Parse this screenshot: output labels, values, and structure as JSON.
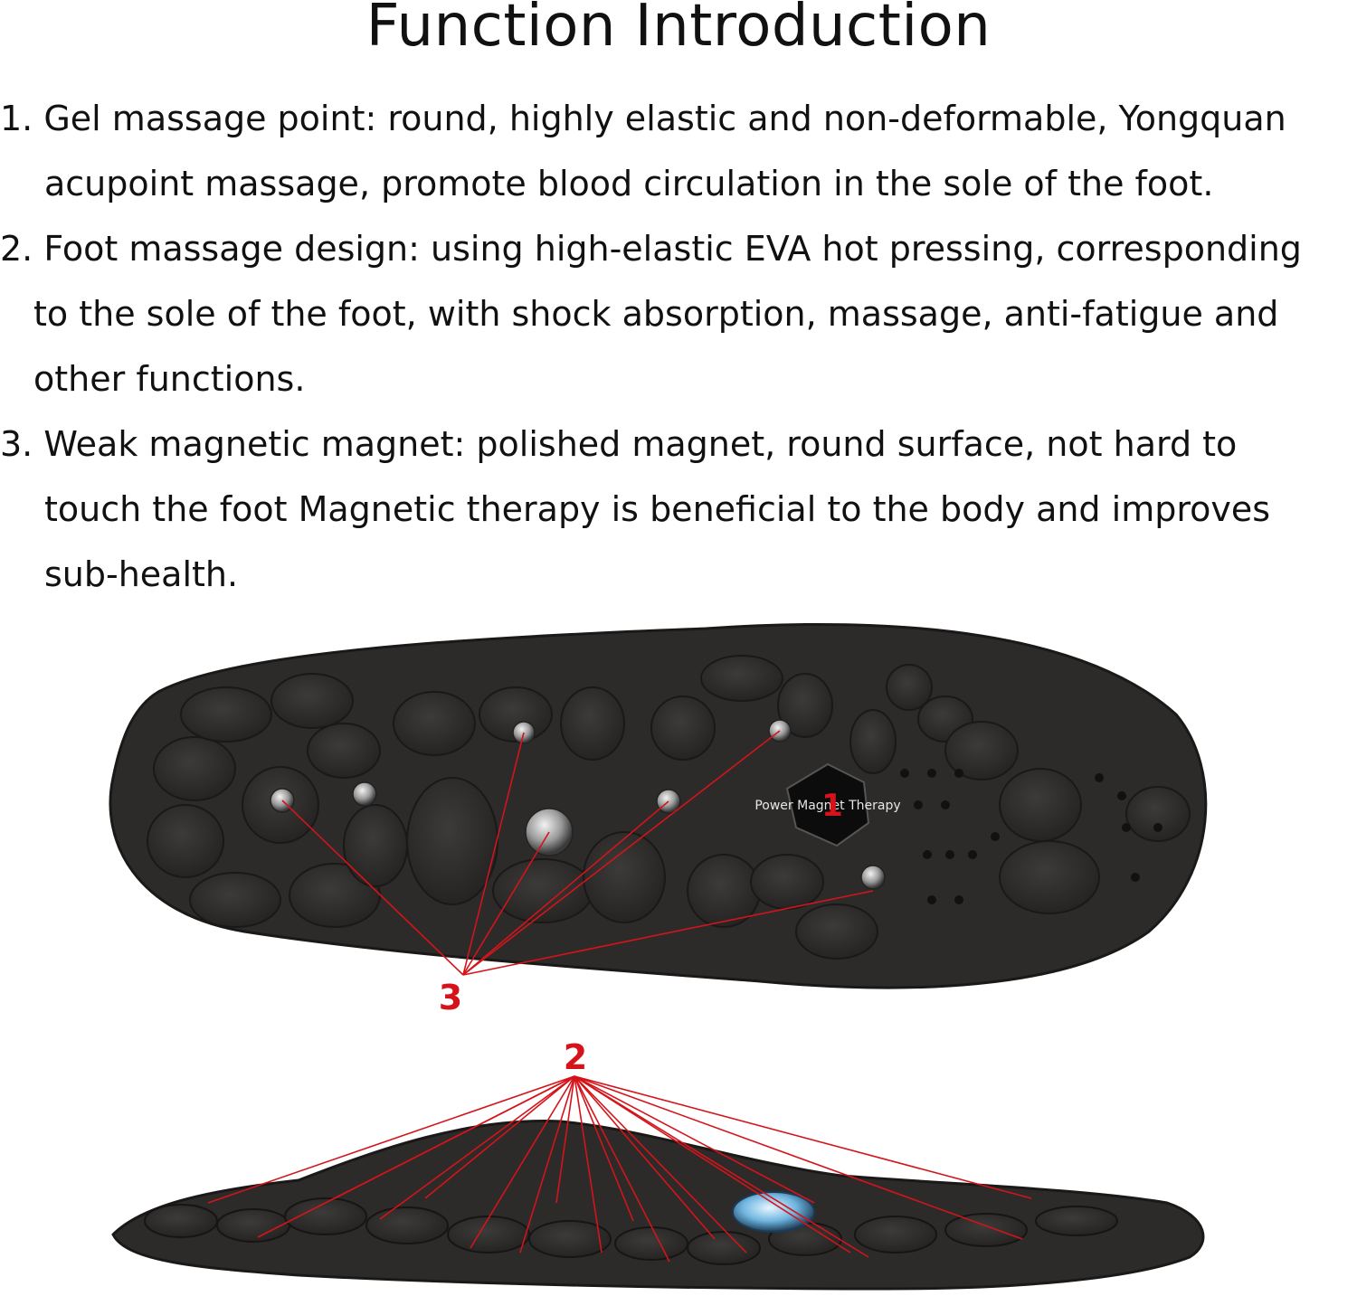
{
  "title": "Function Introduction",
  "features": [
    {
      "number": "1.",
      "lines": [
        "1. Gel massage point: round, highly elastic and non-deformable, Yongquan",
        "acupoint massage, promote blood circulation in the sole of the foot."
      ]
    },
    {
      "number": "2.",
      "lines": [
        "2. Foot massage design: using high-elastic EVA hot pressing, corresponding",
        "to the sole of the foot, with shock absorption, massage, anti-fatigue and",
        "other functions."
      ]
    },
    {
      "number": "3.",
      "lines": [
        "3. Weak magnetic magnet: polished magnet, round surface, not hard to",
        "touch the foot Magnetic therapy is beneficial to the body and improves",
        "sub-health."
      ]
    }
  ],
  "figure": {
    "magnet_badge_text": "Power Magnet Therapy",
    "callouts": {
      "one": "1",
      "two": "2",
      "three": "3"
    }
  },
  "colors": {
    "insole": "#2c2b2a",
    "insole_dark": "#1d1c1b",
    "callout_red": "#d4141a",
    "magnet_blue": "#6fb6e0"
  }
}
